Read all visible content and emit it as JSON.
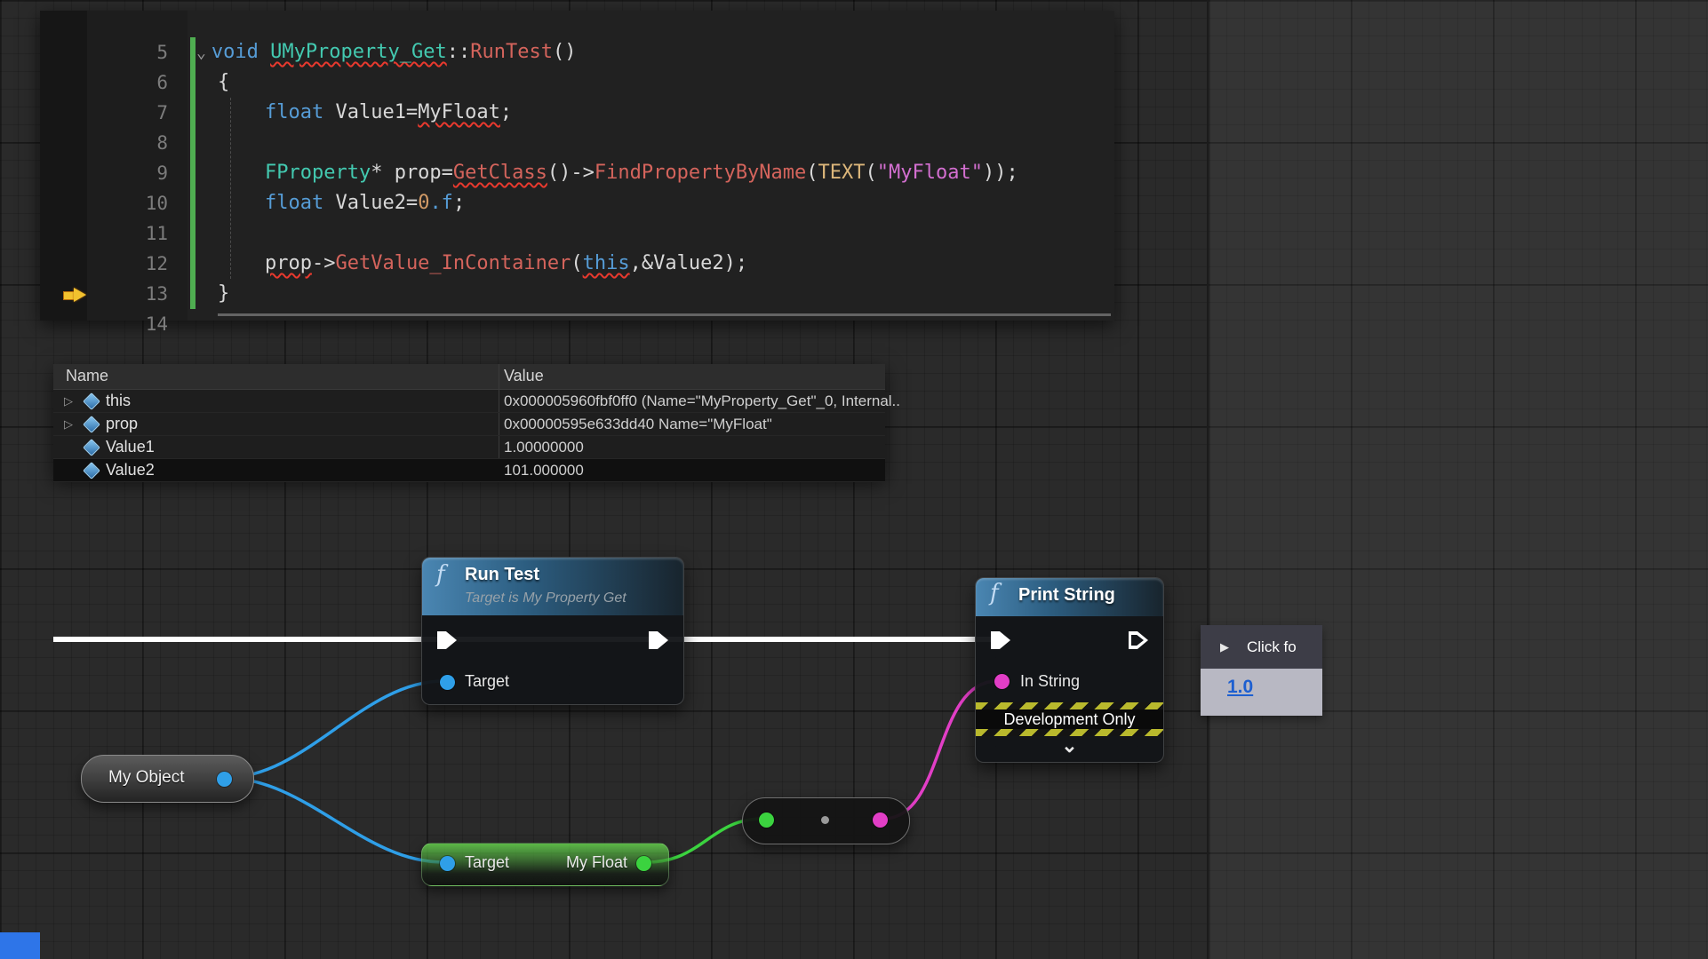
{
  "editor": {
    "exec_arrow": "execution-pointer",
    "lines": [
      {
        "num": "5",
        "tokens": [
          {
            "t": "⌄",
            "c": "fold"
          },
          {
            "t": "void ",
            "c": "kw"
          },
          {
            "t": "UMyProperty_Get",
            "c": "type err"
          },
          {
            "t": "::",
            "c": "pl"
          },
          {
            "t": "RunTest",
            "c": "fnred"
          },
          {
            "t": "()",
            "c": "pl"
          }
        ]
      },
      {
        "num": "6",
        "tokens": [
          {
            "t": "{",
            "c": "pl"
          }
        ]
      },
      {
        "num": "7",
        "tokens": [
          {
            "t": "    ",
            "c": "pl"
          },
          {
            "t": "float",
            "c": "kw"
          },
          {
            "t": " Value1=",
            "c": "pl"
          },
          {
            "t": "MyFloat",
            "c": "pl err"
          },
          {
            "t": ";",
            "c": "pl"
          }
        ]
      },
      {
        "num": "8",
        "tokens": []
      },
      {
        "num": "9",
        "tokens": [
          {
            "t": "    ",
            "c": "pl"
          },
          {
            "t": "FProperty",
            "c": "type"
          },
          {
            "t": "* prop=",
            "c": "pl"
          },
          {
            "t": "GetClass",
            "c": "fnred err"
          },
          {
            "t": "()->",
            "c": "pl"
          },
          {
            "t": "FindPropertyByName",
            "c": "fnred"
          },
          {
            "t": "(",
            "c": "pl"
          },
          {
            "t": "TEXT",
            "c": "macro"
          },
          {
            "t": "(",
            "c": "pl"
          },
          {
            "t": "\"MyFloat\"",
            "c": "str"
          },
          {
            "t": "));",
            "c": "pl"
          }
        ]
      },
      {
        "num": "10",
        "tokens": [
          {
            "t": "    ",
            "c": "pl"
          },
          {
            "t": "float",
            "c": "kw"
          },
          {
            "t": " Value2=",
            "c": "pl"
          },
          {
            "t": "0",
            "c": "num"
          },
          {
            "t": ".f",
            "c": "kw"
          },
          {
            "t": ";",
            "c": "pl"
          }
        ]
      },
      {
        "num": "11",
        "tokens": []
      },
      {
        "num": "12",
        "tokens": [
          {
            "t": "    ",
            "c": "pl"
          },
          {
            "t": "prop",
            "c": "pl err"
          },
          {
            "t": "->",
            "c": "pl"
          },
          {
            "t": "GetValue_InContainer",
            "c": "fnred"
          },
          {
            "t": "(",
            "c": "pl"
          },
          {
            "t": "this",
            "c": "kw err"
          },
          {
            "t": ",&Value2);",
            "c": "pl"
          }
        ]
      },
      {
        "num": "13",
        "tokens": [
          {
            "t": "}",
            "c": "pl"
          }
        ],
        "marker": true
      },
      {
        "num": "14",
        "tokens": []
      }
    ]
  },
  "watch": {
    "columns": [
      "Name",
      "Value"
    ],
    "expand_icon": "▷",
    "rows": [
      {
        "expand": true,
        "name": "this",
        "value": "0x000005960fbf0ff0 (Name=\"MyProperty_Get\"_0, Internal.."
      },
      {
        "expand": true,
        "name": "prop",
        "value": "0x00000595e633dd40 Name=\"MyFloat\""
      },
      {
        "expand": false,
        "name": "Value1",
        "value": "1.00000000"
      },
      {
        "expand": false,
        "name": "Value2",
        "value": "101.000000",
        "selected": true
      }
    ]
  },
  "graph": {
    "run_test": {
      "icon": "f",
      "title": "Run Test",
      "subtitle": "Target is My Property Get",
      "target_label": "Target"
    },
    "print_string": {
      "icon": "f",
      "title": "Print String",
      "in_string_label": "In String",
      "dev_banner": "Development Only",
      "chevron": "⌄"
    },
    "my_object": {
      "label": "My Object"
    },
    "getter": {
      "target_label": "Target",
      "output_label": "My Float"
    },
    "tip": {
      "arrow": "▶",
      "button_label": "Click fo",
      "value": "1.0"
    },
    "colors": {
      "exec": "#ffffff",
      "object_pin": "#2f9fe8",
      "float_pin": "#3bd33f",
      "string_pin": "#e23ec6",
      "dot": "#9a9a9a"
    }
  }
}
